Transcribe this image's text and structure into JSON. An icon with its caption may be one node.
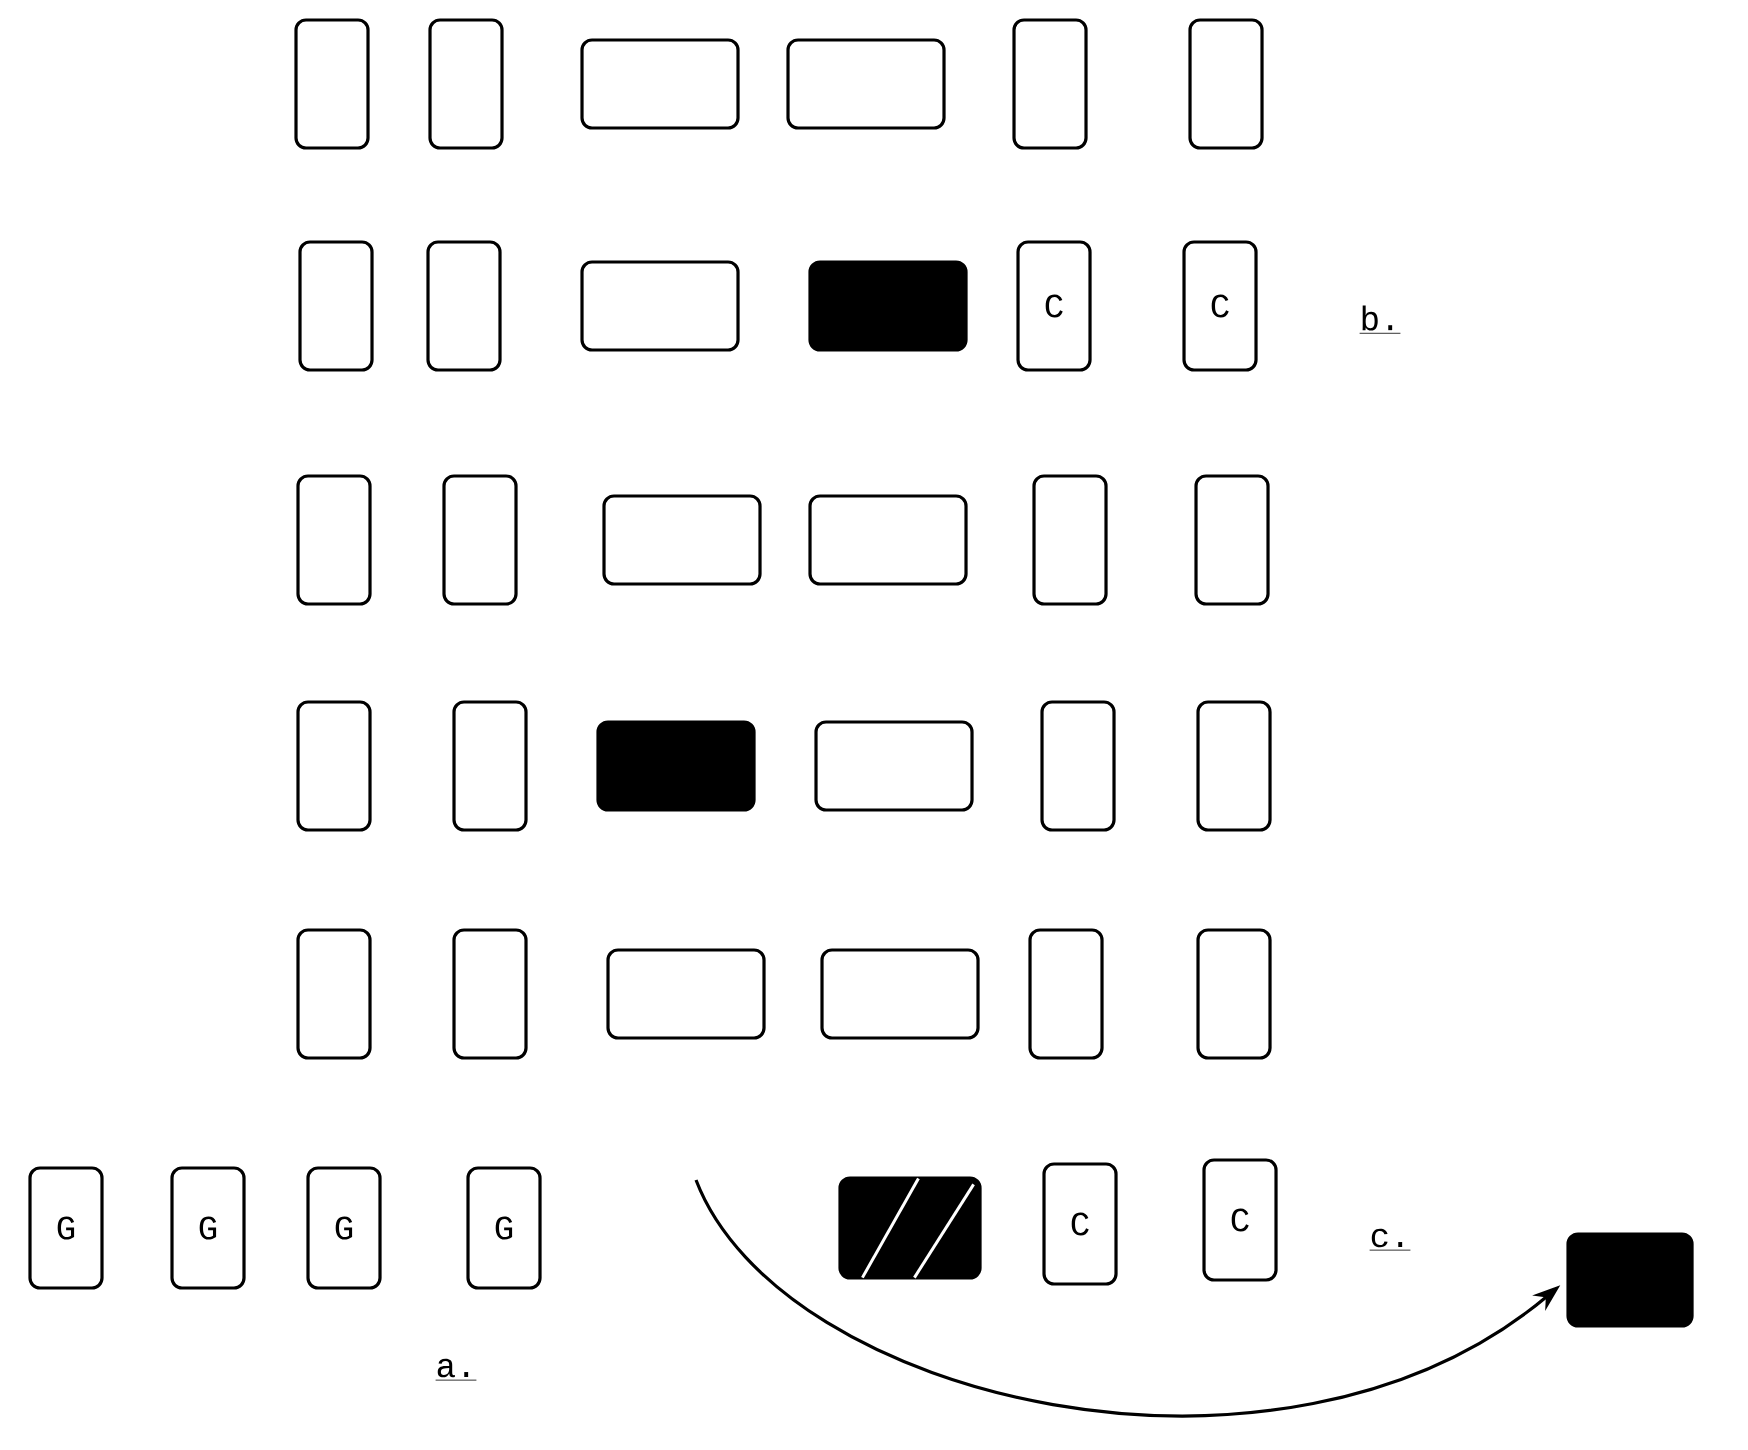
{
  "diagram": {
    "nodes": [
      {
        "text": [],
        "shape": "box"
      },
      {
        "text": [],
        "shape": "box"
      },
      {
        "text": [],
        "shape": "box"
      },
      {
        "text": [],
        "shape": "box"
      },
      {
        "text": [],
        "shape": "box"
      },
      {
        "text": [],
        "shape": "box"
      },
      {
        "text": [],
        "shape": "box"
      },
      {
        "text": [],
        "shape": "box"
      },
      {
        "text": [],
        "shape": "box"
      },
      {
        "text": [],
        "shape": "filled-box"
      },
      {
        "text": [
          "C"
        ]
      },
      {
        "text": [
          "C"
        ]
      },
      {
        "text": [],
        "shape": "box"
      },
      {
        "text": [],
        "shape": "box"
      },
      {
        "text": [],
        "shape": "box"
      },
      {
        "text": [],
        "shape": "box"
      },
      {
        "text": [],
        "shape": "box"
      },
      {
        "text": [],
        "shape": "box"
      },
      {
        "text": [],
        "shape": "box"
      },
      {
        "text": [],
        "shape": "box"
      },
      {
        "text": [],
        "shape": "filled-box"
      },
      {
        "text": [],
        "shape": "box"
      },
      {
        "text": [],
        "shape": "box"
      },
      {
        "text": [],
        "shape": "box"
      },
      {
        "text": [],
        "shape": "box"
      },
      {
        "text": [],
        "shape": "box"
      },
      {
        "text": [],
        "shape": "box"
      },
      {
        "text": [],
        "shape": "box"
      },
      {
        "text": [],
        "shape": "box"
      },
      {
        "text": [],
        "shape": "box"
      },
      {
        "text": [
          "G"
        ]
      },
      {
        "text": [
          "G"
        ]
      },
      {
        "text": [
          "G"
        ]
      },
      {
        "text": [
          "G"
        ]
      },
      {
        "text": [],
        "shape": "hatched-box"
      },
      {
        "text": [
          "C"
        ]
      },
      {
        "text": [
          "C"
        ]
      },
      {
        "text": [],
        "shape": "filled-box"
      }
    ],
    "edges": [
      {
        "from": null,
        "to": 37,
        "arrow": "to"
      }
    ],
    "labels": [
      "b.",
      "c.",
      "a."
    ]
  }
}
